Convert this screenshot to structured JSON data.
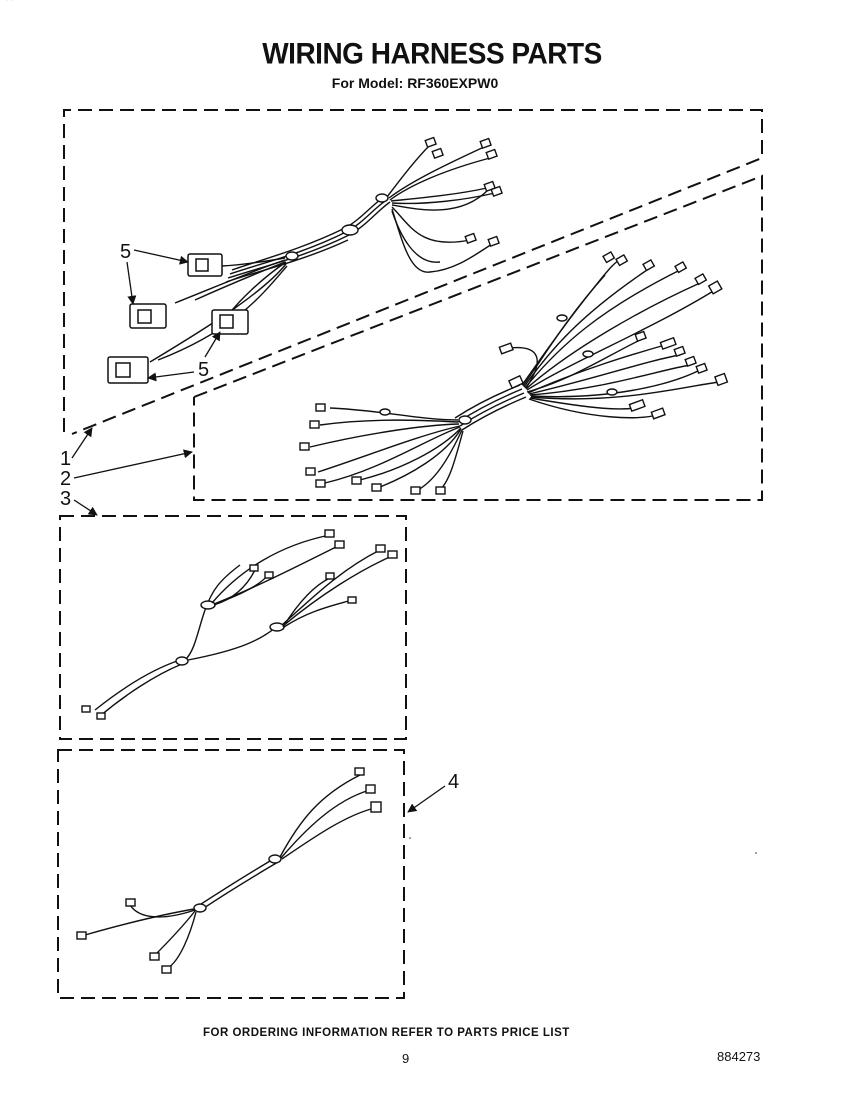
{
  "header": {
    "title": "WIRING HARNESS PARTS",
    "model_line": "For Model: RF360EXPW0"
  },
  "callouts": {
    "part1": "1",
    "part2": "2",
    "part3": "3",
    "part4": "4",
    "part5_upper": "5",
    "part5_lower": "5"
  },
  "footer": {
    "ordering_note": "FOR ORDERING INFORMATION REFER TO PARTS PRICE LIST",
    "page_number": "9",
    "document_number": "884273"
  },
  "corner_mark": "' '"
}
